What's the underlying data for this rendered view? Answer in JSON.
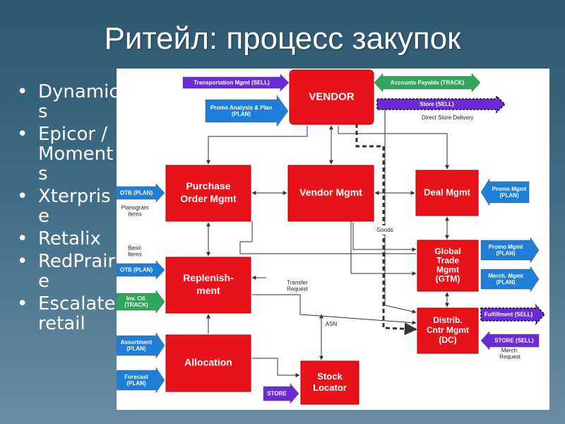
{
  "slide": {
    "title": "Ритейл: процесс закупок",
    "bullets": [
      "Dynamics",
      "Epicor / Moments",
      "Xterprise",
      "Retalix",
      "RedPraire",
      "Escalate retail"
    ]
  },
  "diagram": {
    "colors": {
      "node": "#e8121b",
      "purple": "#6a2bd6",
      "green": "#2fa65a",
      "blue": "#1f7fd8",
      "line": "#333333"
    },
    "nodes": {
      "vendor": [
        "VENDOR"
      ],
      "purchase_order": [
        "Purchase",
        "Order Mgmt"
      ],
      "vendor_mgmt": [
        "Vendor Mgmt"
      ],
      "deal_mgmt": [
        "Deal Mgmt"
      ],
      "gtm": [
        "Global",
        "Trade",
        "Mgmt",
        "(GTM)"
      ],
      "replenishment": [
        "Replenish-",
        "ment"
      ],
      "distrib": [
        "Distrib.",
        "Cntr Mgmt",
        "(DC)"
      ],
      "allocation": [
        "Allocation"
      ],
      "stock_locator": [
        "Stock",
        "Locator"
      ]
    },
    "arrows": {
      "transportation": [
        "Transportation Mgmt (SELL)"
      ],
      "accounts_payable": [
        "Accounts Payable (TRACK)"
      ],
      "promo_analysis": [
        "Promo Analysis & Plan",
        "(PLAN)"
      ],
      "store_sell_top": [
        "Store (SELL)"
      ],
      "otb_1": [
        "OTB (PLAN)"
      ],
      "promo_mgmt_1": [
        "Promo Mgmt",
        "(PLAN)"
      ],
      "promo_mgmt_2": [
        "Promo Mgmt",
        "(PLAN)"
      ],
      "merch_mgmt": [
        "Merch. Mgmt",
        "(PLAN)"
      ],
      "otb_2": [
        "OTB (PLAN)"
      ],
      "inv_ctl": [
        "Inv. Ctl.",
        "(TRACK)"
      ],
      "fulfillment": [
        "Fulfillment (SELL)"
      ],
      "store_sell_right": [
        "STORE  (SELL)"
      ],
      "assortment": [
        "Assortment",
        "(PLAN)"
      ],
      "forecast": [
        "Forecast",
        "(PLAN)"
      ],
      "store_bottom": [
        "STORE"
      ]
    },
    "notes": {
      "direct_store_delivery": [
        "Direct Store Delivery"
      ],
      "planogram_items": [
        "Planogram",
        "Items"
      ],
      "basic_items": [
        "Basic",
        "Items"
      ],
      "goods": [
        "Goods"
      ],
      "transfer_request": [
        "Transfer",
        "Request"
      ],
      "asn": [
        "ASN"
      ],
      "merch_request": [
        "Merch.",
        "Request"
      ]
    }
  }
}
